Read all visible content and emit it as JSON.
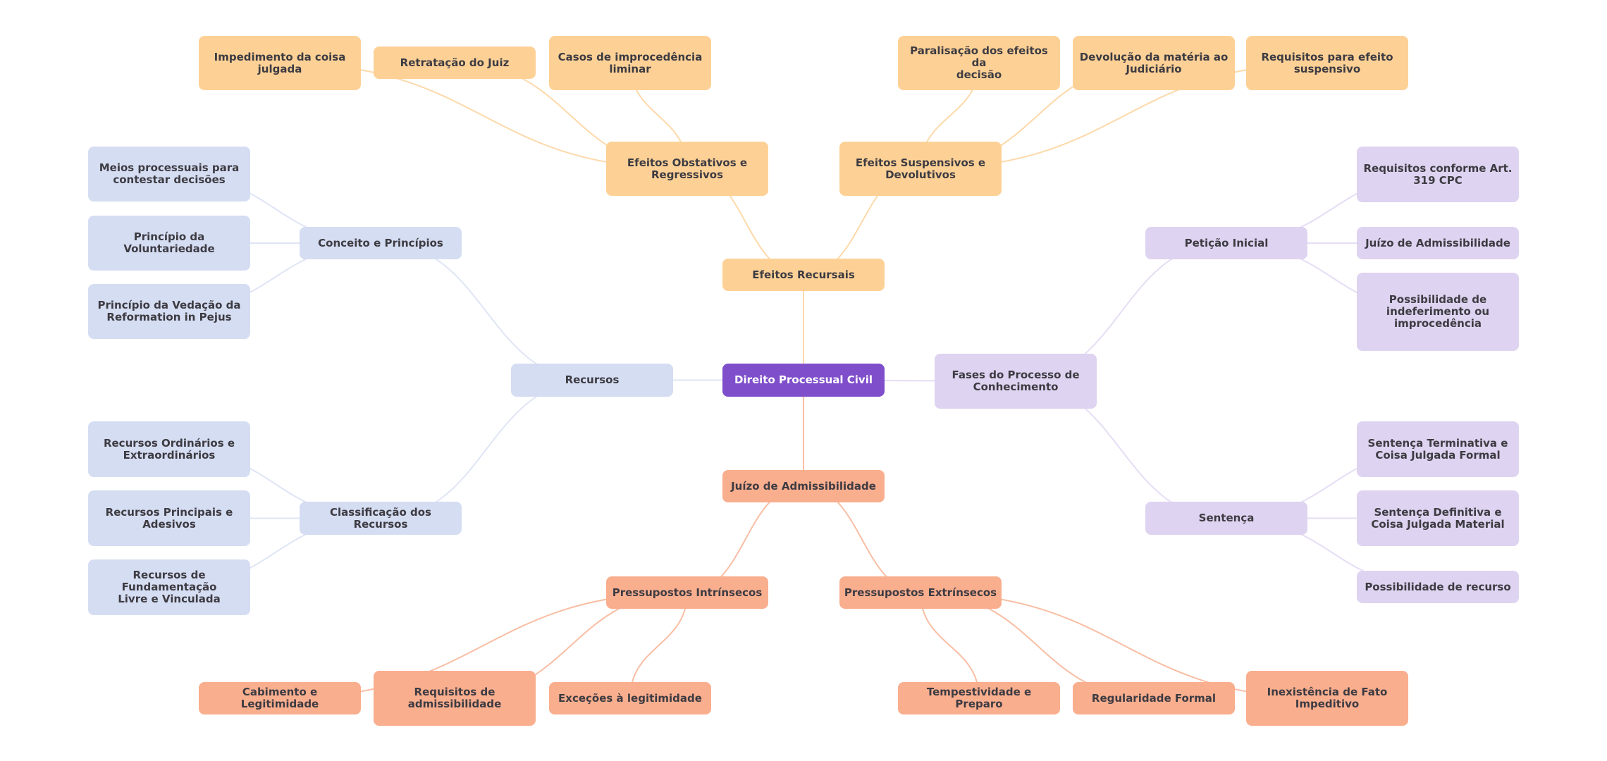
{
  "title": "Direito Processual Civil",
  "colors": {
    "root": "#7f4fcb",
    "recursos_branch": "#d5ddf2",
    "efeitos_branch": "#fdd196",
    "juizo_branch": "#f9ae8e",
    "fases_branch": "#ded3f0",
    "recursos_edge": "#dfe5f5",
    "efeitos_edge": "#fdd9aa",
    "juizo_edge": "#f9bea4",
    "fases_edge": "#e6ddf5"
  },
  "nodes": [
    {
      "id": "root",
      "label": "Direito Processual Civil",
      "branch": "root"
    },
    {
      "id": "recursos",
      "label": "Recursos",
      "branch": "blue",
      "parent": "root"
    },
    {
      "id": "conceito",
      "label": "Conceito e Princípios",
      "branch": "blue",
      "parent": "recursos"
    },
    {
      "id": "meios",
      "label": "Meios processuais para\ncontestar decisões",
      "branch": "blue",
      "parent": "conceito"
    },
    {
      "id": "voluntariedade",
      "label": "Princípio da\nVoluntariedade",
      "branch": "blue",
      "parent": "conceito"
    },
    {
      "id": "vedacao",
      "label": "Princípio da Vedação da\nReformation in Pejus",
      "branch": "blue",
      "parent": "conceito"
    },
    {
      "id": "classificacao",
      "label": "Classificação dos Recursos",
      "branch": "blue",
      "parent": "recursos"
    },
    {
      "id": "ordinarios",
      "label": "Recursos Ordinários e\nExtraordinários",
      "branch": "blue",
      "parent": "classificacao"
    },
    {
      "id": "principais",
      "label": "Recursos Principais e\nAdesivos",
      "branch": "blue",
      "parent": "classificacao"
    },
    {
      "id": "fundamentacao",
      "label": "Recursos de Fundamentação\nLivre e Vinculada",
      "branch": "blue",
      "parent": "classificacao"
    },
    {
      "id": "efeitos",
      "label": "Efeitos Recursais",
      "branch": "orange",
      "parent": "root"
    },
    {
      "id": "obstativos",
      "label": "Efeitos Obstativos e\nRegressivos",
      "branch": "orange",
      "parent": "efeitos"
    },
    {
      "id": "impedimento",
      "label": "Impedimento da coisa\njulgada",
      "branch": "orange",
      "parent": "obstativos"
    },
    {
      "id": "retratacao",
      "label": "Retratação do Juiz",
      "branch": "orange",
      "parent": "obstativos"
    },
    {
      "id": "casos",
      "label": "Casos de improcedência\nliminar",
      "branch": "orange",
      "parent": "obstativos"
    },
    {
      "id": "suspensivos",
      "label": "Efeitos Suspensivos e\nDevolutivos",
      "branch": "orange",
      "parent": "efeitos"
    },
    {
      "id": "paralisacao",
      "label": "Paralisação dos efeitos da\ndecisão",
      "branch": "orange",
      "parent": "suspensivos"
    },
    {
      "id": "devolucao",
      "label": "Devolução da matéria ao\nJudiciário",
      "branch": "orange",
      "parent": "suspensivos"
    },
    {
      "id": "req_efeito",
      "label": "Requisitos para efeito\nsuspensivo",
      "branch": "orange",
      "parent": "suspensivos"
    },
    {
      "id": "fases",
      "label": "Fases do Processo de\nConhecimento",
      "branch": "purple",
      "parent": "root"
    },
    {
      "id": "peticao",
      "label": "Petição Inicial",
      "branch": "purple",
      "parent": "fases"
    },
    {
      "id": "req_art",
      "label": "Requisitos conforme Art.\n319 CPC",
      "branch": "purple",
      "parent": "peticao"
    },
    {
      "id": "juizo_pet",
      "label": "Juízo de Admissibilidade",
      "branch": "purple",
      "parent": "peticao"
    },
    {
      "id": "possib_indef",
      "label": "Possibilidade de\nindeferimento ou\nimprocedência",
      "branch": "purple",
      "parent": "peticao"
    },
    {
      "id": "sentenca",
      "label": "Sentença",
      "branch": "purple",
      "parent": "fases"
    },
    {
      "id": "sent_term",
      "label": "Sentença Terminativa e\nCoisa Julgada Formal",
      "branch": "purple",
      "parent": "sentenca"
    },
    {
      "id": "sent_def",
      "label": "Sentença Definitiva e\nCoisa Julgada Material",
      "branch": "purple",
      "parent": "sentenca"
    },
    {
      "id": "possib_rec",
      "label": "Possibilidade de recurso",
      "branch": "purple",
      "parent": "sentenca"
    },
    {
      "id": "juizo",
      "label": "Juízo de Admissibilidade",
      "branch": "salmon",
      "parent": "root"
    },
    {
      "id": "intrinsecos",
      "label": "Pressupostos Intrínsecos",
      "branch": "salmon",
      "parent": "juizo"
    },
    {
      "id": "cabimento",
      "label": "Cabimento e Legitimidade",
      "branch": "salmon",
      "parent": "intrinsecos"
    },
    {
      "id": "req_admiss",
      "label": "Requisitos de\nadmissibilidade",
      "branch": "salmon",
      "parent": "intrinsecos"
    },
    {
      "id": "excecoes",
      "label": "Exceções à legitimidade",
      "branch": "salmon",
      "parent": "intrinsecos"
    },
    {
      "id": "extrinsecos",
      "label": "Pressupostos Extrínsecos",
      "branch": "salmon",
      "parent": "juizo"
    },
    {
      "id": "tempestividade",
      "label": "Tempestividade e Preparo",
      "branch": "salmon",
      "parent": "extrinsecos"
    },
    {
      "id": "regularidade",
      "label": "Regularidade Formal",
      "branch": "salmon",
      "parent": "extrinsecos"
    },
    {
      "id": "inexistencia",
      "label": "Inexistência de Fato\nImpeditivo",
      "branch": "salmon",
      "parent": "extrinsecos"
    }
  ]
}
